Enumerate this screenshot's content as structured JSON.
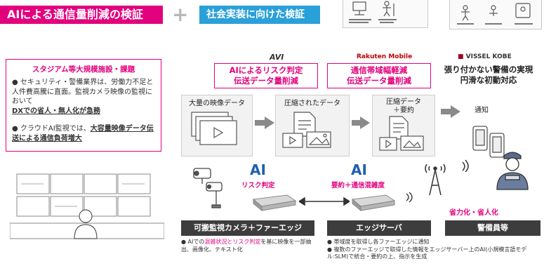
{
  "banners": {
    "left": "AIによる通信量削減の検証",
    "plus": "+",
    "right": "社会実装に向けた検証"
  },
  "top_images": {
    "img1_caption": "",
    "img2_caption": ""
  },
  "left_panel": {
    "title": "スタジアム等大規模施設・課題",
    "bullet1_pre": "セキュリティ・警備業界は、労働力不足と人件費高騰に直面。監視カメラ映像の監視において",
    "bullet1_ul": "DXでの省人・無人化が急務",
    "bullet2_pre": "クラウドAI監視では、",
    "bullet2_ul": "大容量映像データ伝送による通信負荷増大"
  },
  "partners": {
    "avi": "AVI",
    "rakuten": "Rakuten Mobile",
    "vissel": "VISSEL KOBE"
  },
  "red_boxes": {
    "box1_line1": "AIによるリスク判定",
    "box1_line2": "伝送データ量削減",
    "box2_line1": "通信帯域幅軽減",
    "box2_line2": "伝送データ量削減",
    "box3_line1": "張り付かない警備の実現",
    "box3_line2": "円滑な初動対応"
  },
  "flow": {
    "stage1": "大量の映像データ",
    "stage2": "圧縮されたデータ",
    "stage3_line1": "圧縮データ",
    "stage3_line2": "＋要約",
    "stage4": "通知"
  },
  "ai_labels": {
    "ai1": "AI",
    "ai1_sub": "リスク判定",
    "ai2": "AI",
    "ai2_sub": "要約＋通信混雑度"
  },
  "bottom": {
    "saving": "省力化・省人化",
    "label1": "可搬監視カメラ＋ファーエッジ",
    "label2": "エッジサーバ",
    "label3": "警備員等",
    "note1_pre": "AIでの",
    "note1_pink": "混雑状況とリスク判定",
    "note1_post": "を基に映像を一部抽出、画像化、テキスト化",
    "note2_line1": "帯域度を取得し各ファーエッジに通知",
    "note2_line2": "複数のファーエッジで取得した情報をエッジサーバー上のAI(小規模言語モデル:SLM)で統合・要約の上、指示を生成"
  },
  "colors": {
    "accent_pink": "#e2007d",
    "accent_blue": "#2aa0d8",
    "ai_blue": "#1f5fb0"
  }
}
